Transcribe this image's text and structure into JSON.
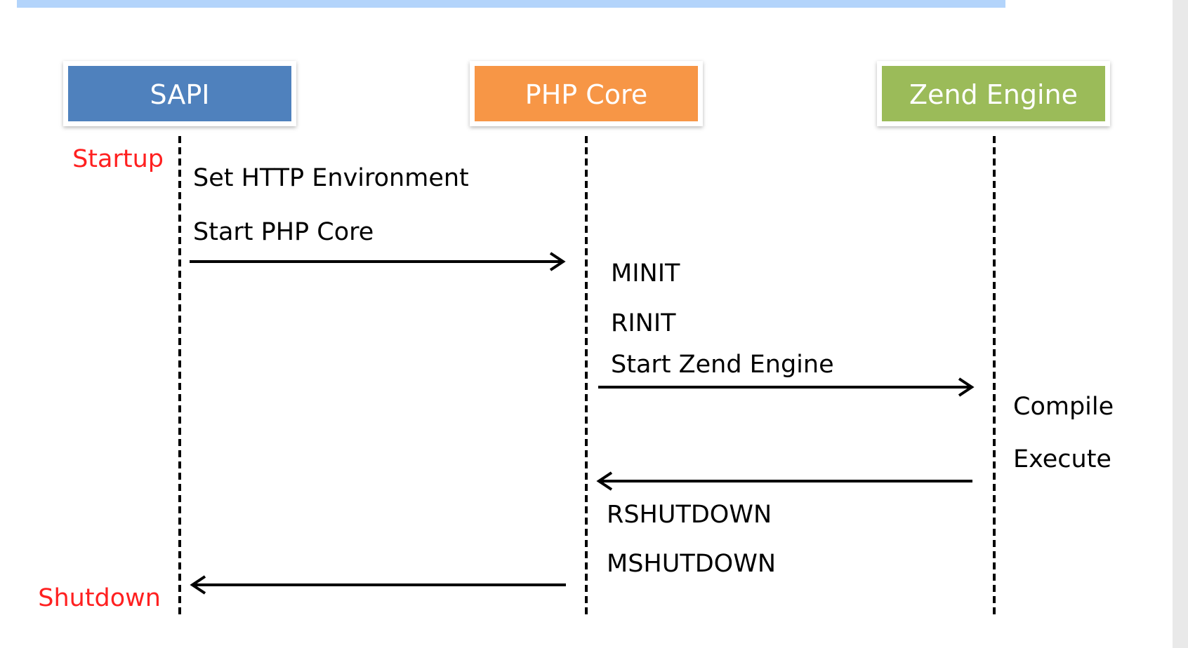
{
  "participants": [
    {
      "id": "sapi",
      "label": "SAPI",
      "color": "#4f81bd"
    },
    {
      "id": "php-core",
      "label": "PHP Core",
      "color": "#f79646"
    },
    {
      "id": "zend-engine",
      "label": "Zend Engine",
      "color": "#9bbb59"
    }
  ],
  "phases": {
    "startup": "Startup",
    "shutdown": "Shutdown",
    "color": "#ff2020"
  },
  "steps": {
    "set_http_env": "Set HTTP Environment",
    "start_php_core": "Start PHP Core",
    "minit": "MINIT",
    "rinit": "RINIT",
    "start_zend_engine": "Start Zend Engine",
    "compile": "Compile",
    "execute": "Execute",
    "rshutdown": "RSHUTDOWN",
    "mshutdown": "MSHUTDOWN"
  }
}
